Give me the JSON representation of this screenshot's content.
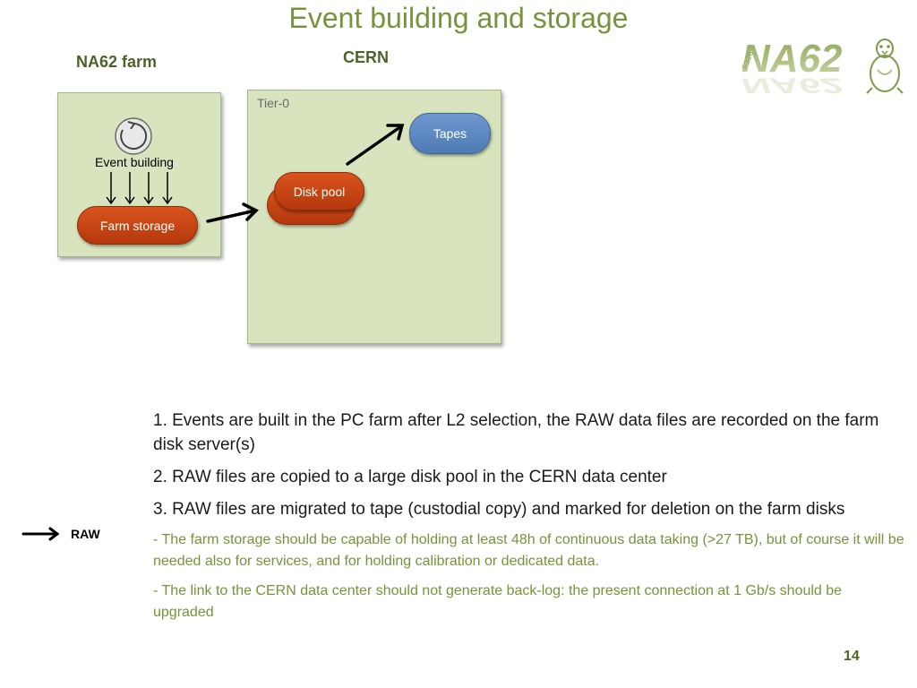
{
  "slide": {
    "title": "Event building and storage",
    "page_number": "14"
  },
  "logo": {
    "text": "NA62",
    "subtext": "P326",
    "icon": "penguin-icon"
  },
  "farm": {
    "heading": "NA62 farm",
    "event_building_label": "Event building",
    "event_building_icon": "cycle-icon",
    "storage_label": "Farm storage"
  },
  "cern": {
    "heading": "CERN",
    "tier_label": "Tier-0",
    "disk_pool_label": "Disk pool",
    "tapes_label": "Tapes"
  },
  "legend": {
    "raw_label": "RAW",
    "raw_icon": "arrow-right-icon"
  },
  "bullets": [
    "1. Events are built in the PC farm after L2 selection, the RAW data files are recorded on the farm disk server(s)",
    "2. RAW files are copied to a large disk pool in the CERN data center",
    "3. RAW files are migrated to tape (custodial copy) and marked for deletion on the farm disks"
  ],
  "notes": [
    "- The farm storage should be capable of holding at least 48h of continuous data taking (>27 TB), but of course it will be needed also for services, and for holding calibration or dedicated data.",
    "- The link to the CERN data center should not generate back-log: the present connection at 1 Gb/s should be upgraded"
  ],
  "colors": {
    "title": "#77933c",
    "heading": "#4f6228",
    "box_fill": "#d7e4bd",
    "storage_red": "#c0431a",
    "tapes_blue": "#5b87c0"
  }
}
